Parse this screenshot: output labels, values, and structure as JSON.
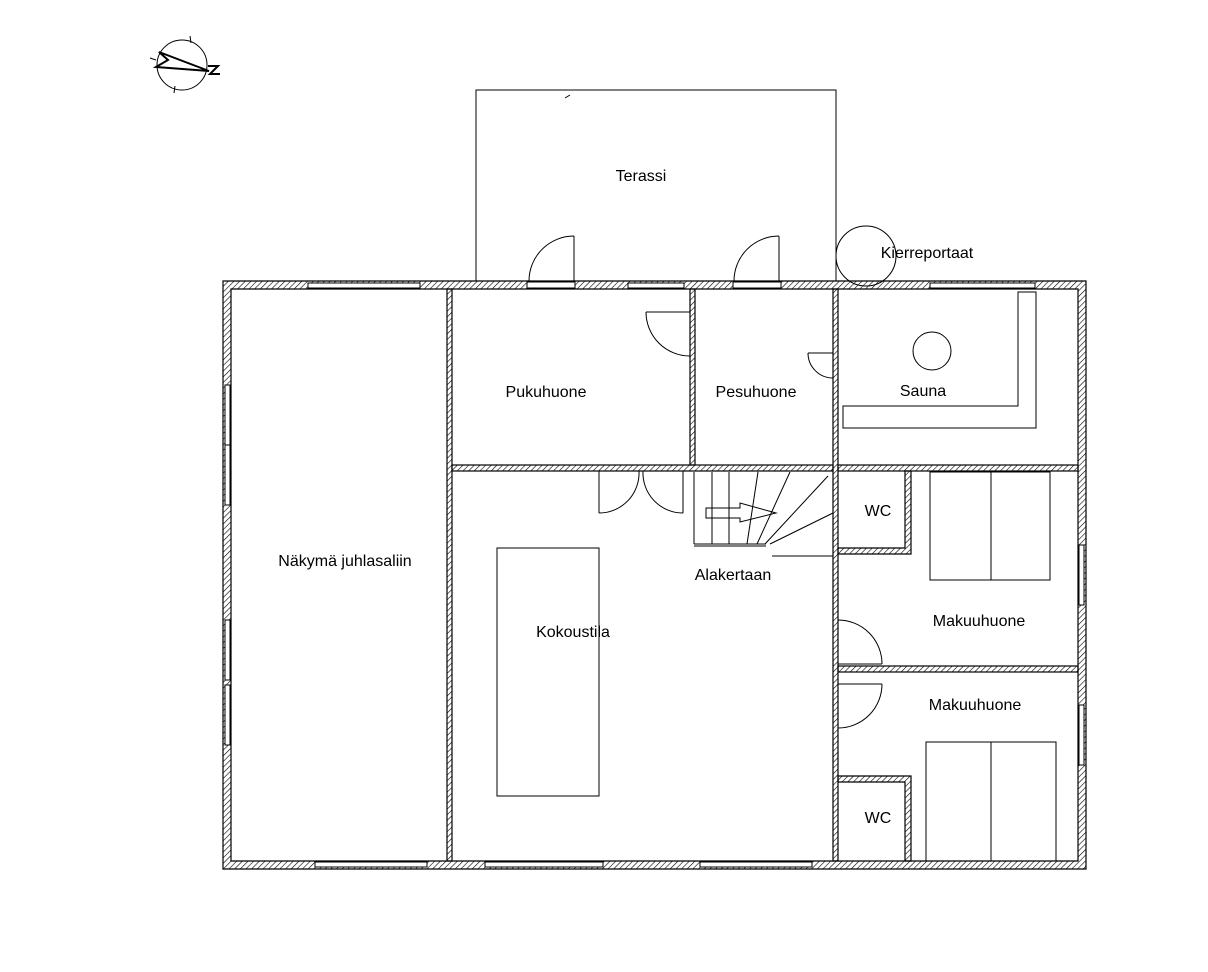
{
  "plan": {
    "rooms": {
      "terrace": "Terassi",
      "spiral_stairs": "Kierreportaat",
      "dressing_room": "Pukuhuone",
      "washroom": "Pesuhuone",
      "sauna": "Sauna",
      "hall_view": "Näkymä juhlasaliin",
      "meeting_room": "Kokoustila",
      "stairs_down": "Alakertaan",
      "wc_upper": "WC",
      "bedroom_upper": "Makuuhuone",
      "bedroom_lower": "Makuuhuone",
      "wc_lower": "WC"
    },
    "compass_label": "N",
    "colors": {
      "line": "#000000",
      "background": "#ffffff"
    }
  }
}
